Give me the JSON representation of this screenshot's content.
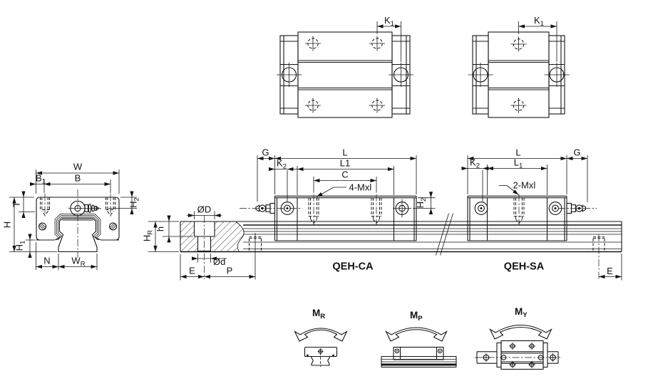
{
  "drawing_labels": {
    "front_view": {
      "w": "W",
      "b1": {
        "main": "B",
        "sub": "1"
      },
      "b": "B",
      "t": "T",
      "h": "H",
      "h1": {
        "main": "H",
        "sub": "1"
      },
      "h2": {
        "main": "H",
        "sub": "2"
      },
      "n": "N",
      "wr": {
        "main": "W",
        "sub": "R"
      }
    },
    "rail_section": {
      "od": "ØD",
      "od_small": "Ød",
      "h_small": "h",
      "hr": {
        "main": "H",
        "sub": "R"
      },
      "e": "E",
      "p": "P"
    },
    "top_view_ca": {
      "k1": {
        "main": "K",
        "sub": "1"
      }
    },
    "top_view_sa": {
      "k1": {
        "main": "K",
        "sub": "1"
      }
    },
    "side_view_ca": {
      "g": "G",
      "l": "L",
      "l1": "L1",
      "c": "C",
      "k2": {
        "main": "K",
        "sub": "2"
      },
      "screws": "4-Mxl",
      "h2": {
        "main": "H",
        "sub": "2"
      },
      "name": "QEH-CA"
    },
    "side_view_sa": {
      "l": "L",
      "g": "G",
      "l1": {
        "main": "L",
        "sub": "1"
      },
      "k2": {
        "main": "K",
        "sub": "2"
      },
      "screws": "2-Mxl",
      "e": "E",
      "name": "QEH-SA"
    },
    "moments": {
      "roll": {
        "main": "M",
        "sub": "R"
      },
      "pitch": {
        "main": "M",
        "sub": "P"
      },
      "yaw": {
        "main": "M",
        "sub": "Y"
      }
    }
  }
}
